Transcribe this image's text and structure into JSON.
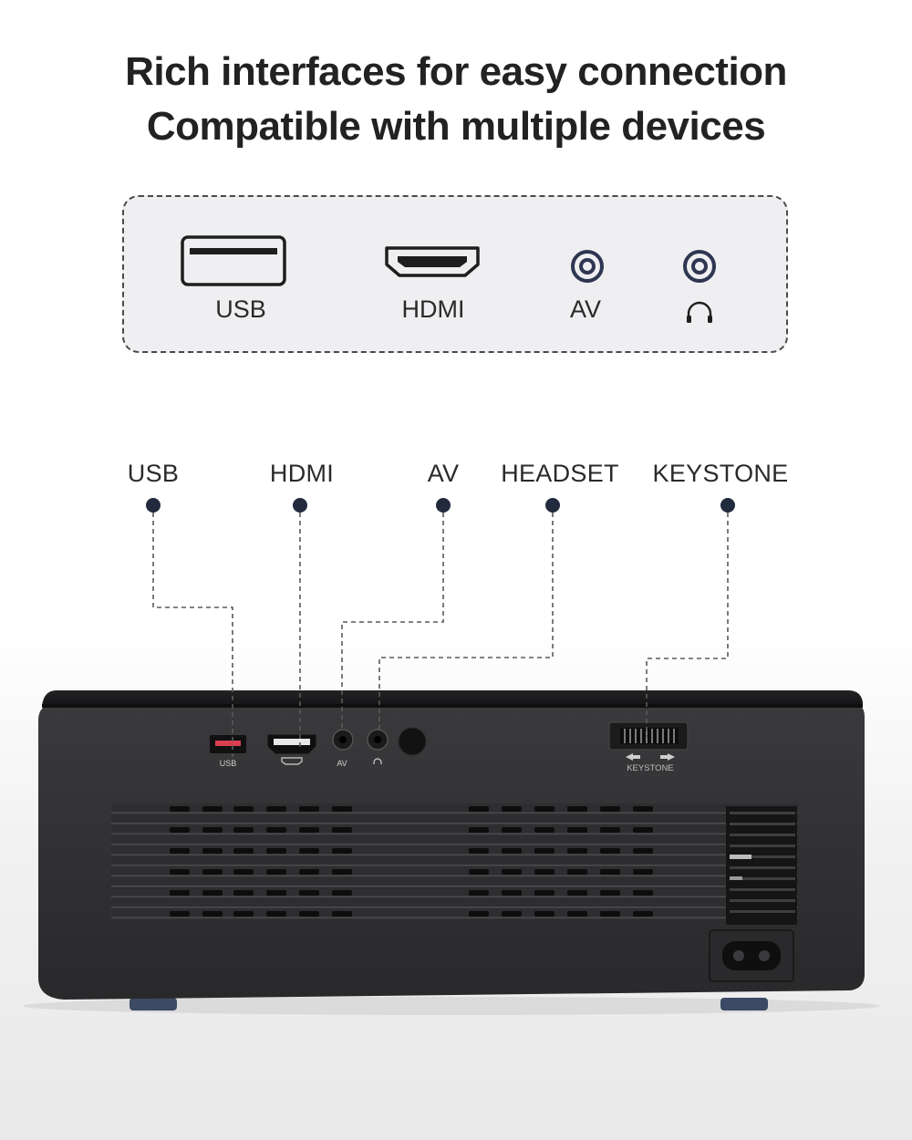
{
  "headline": {
    "line1": "Rich interfaces for easy connection",
    "line2": "Compatible with multiple devices"
  },
  "port_panel": {
    "ports": [
      {
        "label": "USB",
        "icon": "usb-port-icon"
      },
      {
        "label": "HDMI",
        "icon": "hdmi-port-icon"
      },
      {
        "label": "AV",
        "icon": "av-jack-icon"
      },
      {
        "label": "",
        "icon": "headphone-jack-icon",
        "sub_icon": "headphones-icon"
      }
    ]
  },
  "callouts": [
    "USB",
    "HDMI",
    "AV",
    "HEADSET",
    "KEYSTONE"
  ],
  "device": {
    "usb_label": "USB",
    "av_label": "AV",
    "keystone_label": "KEYSTONE",
    "icons": [
      "hdmi-icon",
      "headphones-icon",
      "ir-receiver-icon",
      "keystone-wheel-icon",
      "power-socket-icon",
      "vent-grille-icon"
    ],
    "colors": {
      "body": "#2f2f31",
      "top": "#1f1f21",
      "usb_insert": "#d8404f"
    }
  },
  "colors": {
    "panel_bg": "#efeff1",
    "panel_border": "#4a4a4a",
    "dot": "#222a3d",
    "text": "#2a2a2a"
  }
}
